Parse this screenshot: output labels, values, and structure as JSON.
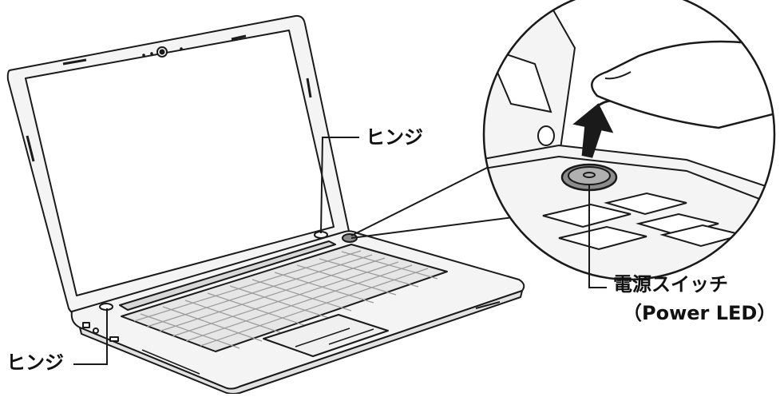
{
  "labels": {
    "hinge_top": "ヒンジ",
    "hinge_bottom": "ヒンジ",
    "power_switch": "電源スイッチ",
    "power_led": "（Power LED）"
  },
  "colors": {
    "outline": "#1a1a1a",
    "body_fill": "#f4f4f4",
    "keyboard_fill": "#e6e6e6",
    "key_fill": "#ffffff",
    "screen_fill": "#ffffff",
    "button_fill": "#8c8c8c"
  }
}
